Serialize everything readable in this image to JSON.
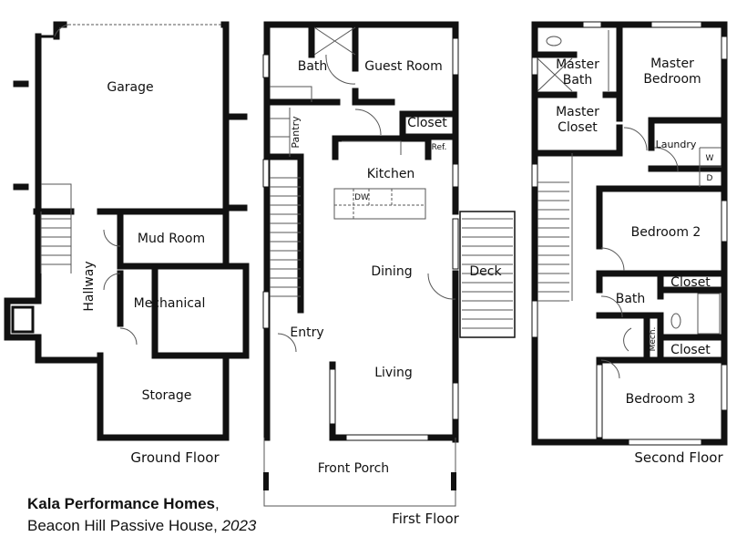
{
  "title": {
    "company": "Kala Performance Homes",
    "project": "Beacon Hill Passive House, ",
    "year": "2023"
  },
  "floors": {
    "ground": {
      "name": "Ground Floor",
      "rooms": {
        "garage": "Garage",
        "hallway": "Hallway",
        "mud_room": "Mud Room",
        "mechanical": "Mechanical",
        "storage": "Storage"
      }
    },
    "first": {
      "name": "First Floor",
      "rooms": {
        "bath": "Bath",
        "guest_room": "Guest Room",
        "pantry": "Pantry",
        "closet": "Closet",
        "ref": "Ref.",
        "kitchen": "Kitchen",
        "dw": "DW",
        "dining": "Dining",
        "deck": "Deck",
        "entry": "Entry",
        "living": "Living",
        "front_porch": "Front Porch"
      }
    },
    "second": {
      "name": "Second Floor",
      "rooms": {
        "master_bath_1": "Master",
        "master_bath_2": "Bath",
        "master_bedroom_1": "Master",
        "master_bedroom_2": "Bedroom",
        "master_closet_1": "Master",
        "master_closet_2": "Closet",
        "laundry": "Laundry",
        "washer": "W",
        "dryer": "D",
        "bedroom2": "Bedroom 2",
        "closet_a": "Closet",
        "bath": "Bath",
        "mech": "Mech.",
        "closet_b": "Closet",
        "bedroom3": "Bedroom 3"
      }
    }
  }
}
